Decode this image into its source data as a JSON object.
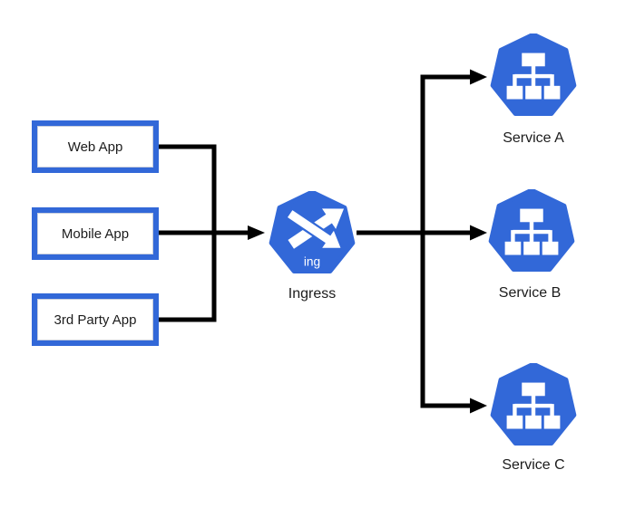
{
  "diagram": {
    "clients": [
      {
        "label": "Web App"
      },
      {
        "label": "Mobile App"
      },
      {
        "label": "3rd Party App"
      }
    ],
    "ingress": {
      "label": "Ingress",
      "icon_label": "ing",
      "icon": "k8s-ingress-icon"
    },
    "services": [
      {
        "label": "Service A",
        "icon": "k8s-service-icon"
      },
      {
        "label": "Service B",
        "icon": "k8s-service-icon"
      },
      {
        "label": "Service C",
        "icon": "k8s-service-icon"
      }
    ],
    "colors": {
      "k8s_blue": "#3268D8",
      "connector_black": "#000000",
      "box_fill": "#ffffff",
      "background": "#ffffff",
      "text": "#1c1c1c"
    }
  }
}
